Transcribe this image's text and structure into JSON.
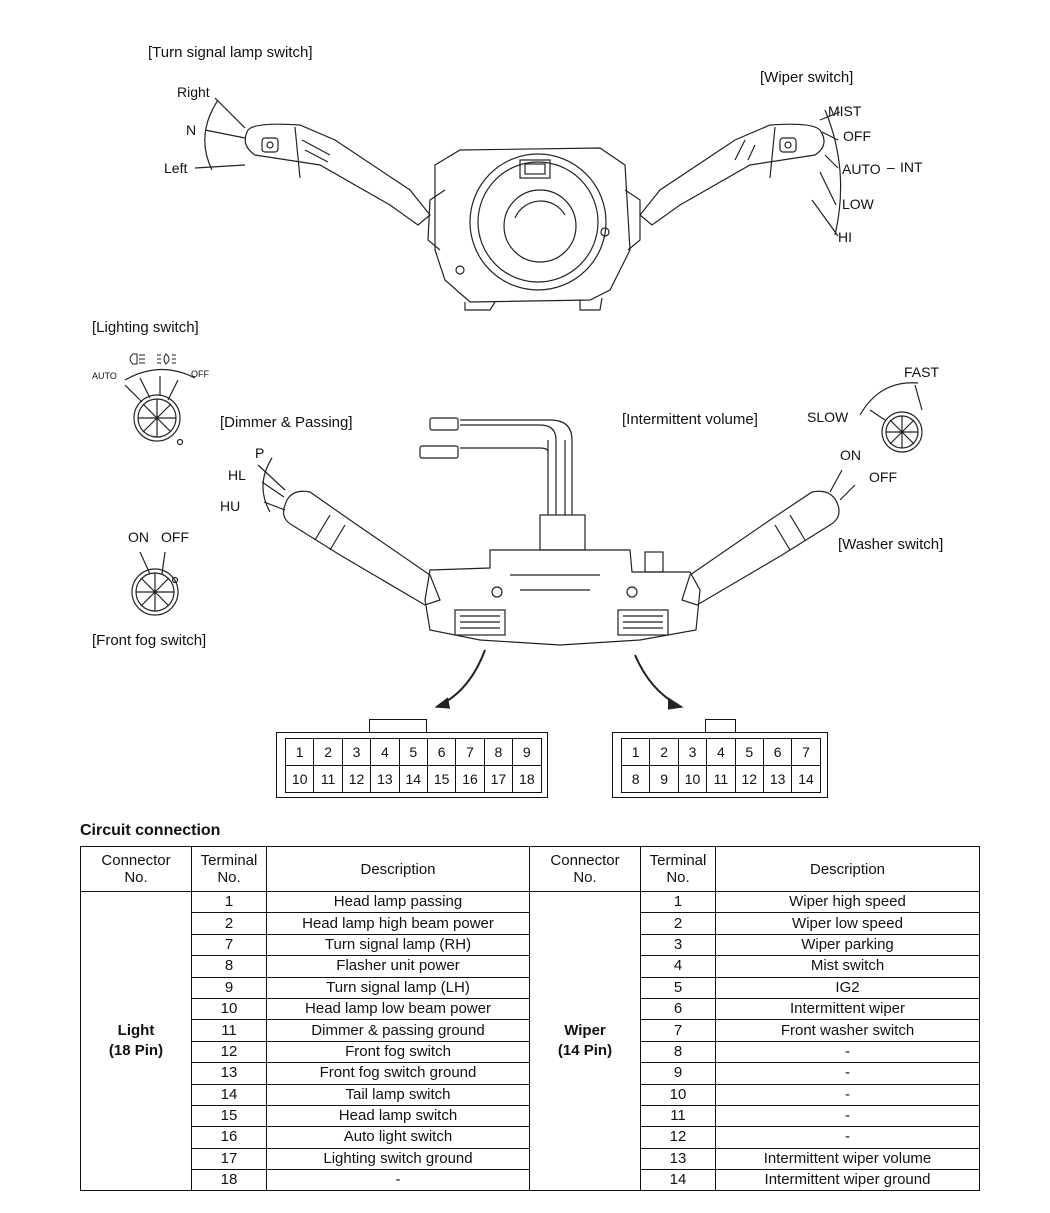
{
  "labels": {
    "turn_signal_switch": "[Turn signal lamp switch]",
    "right": "Right",
    "n": "N",
    "left": "Left",
    "wiper_switch": "[Wiper switch]",
    "mist": "MIST",
    "off": "OFF",
    "auto": "AUTO",
    "int": "INT",
    "low": "LOW",
    "hi": "HI",
    "lighting_switch": "[Lighting switch]",
    "lighting_auto": "AUTO",
    "lighting_off": "OFF",
    "dimmer_passing": "[Dimmer & Passing]",
    "p": "P",
    "hl": "HL",
    "hu": "HU",
    "intermittent_volume": "[Intermittent volume]",
    "fast": "FAST",
    "slow": "SLOW",
    "washer_on": "ON",
    "washer_off": "OFF",
    "washer_switch": "[Washer switch]",
    "fog_on": "ON",
    "fog_off": "OFF",
    "front_fog_switch": "[Front fog switch]"
  },
  "icons": {
    "headlamp": "headlamp-icon",
    "taillamp": "taillamp-icon"
  },
  "connectors": {
    "light": {
      "top_row": [
        "1",
        "2",
        "3",
        "4",
        "5",
        "6",
        "7",
        "8",
        "9"
      ],
      "bottom_row": [
        "10",
        "11",
        "12",
        "13",
        "14",
        "15",
        "16",
        "17",
        "18"
      ]
    },
    "wiper": {
      "top_row": [
        "1",
        "2",
        "3",
        "4",
        "5",
        "6",
        "7"
      ],
      "bottom_row": [
        "8",
        "9",
        "10",
        "11",
        "12",
        "13",
        "14"
      ]
    }
  },
  "circuit": {
    "title": "Circuit connection",
    "headers": {
      "connector_line1": "Connector",
      "connector_line2": "No.",
      "terminal_line1": "Terminal",
      "terminal_line2": "No.",
      "description": "Description"
    },
    "light_name": "Light",
    "light_pins": "(18 Pin)",
    "wiper_name": "Wiper",
    "wiper_pins": "(14 Pin)",
    "rows": [
      {
        "lt": "1",
        "ld": "Head lamp passing",
        "wt": "1",
        "wd": "Wiper high speed"
      },
      {
        "lt": "2",
        "ld": "Head lamp high beam power",
        "wt": "2",
        "wd": "Wiper low speed"
      },
      {
        "lt": "7",
        "ld": "Turn signal lamp (RH)",
        "wt": "3",
        "wd": "Wiper parking"
      },
      {
        "lt": "8",
        "ld": "Flasher unit power",
        "wt": "4",
        "wd": "Mist switch"
      },
      {
        "lt": "9",
        "ld": "Turn signal lamp (LH)",
        "wt": "5",
        "wd": "IG2"
      },
      {
        "lt": "10",
        "ld": "Head lamp low beam power",
        "wt": "6",
        "wd": "Intermittent wiper"
      },
      {
        "lt": "11",
        "ld": "Dimmer & passing ground",
        "wt": "7",
        "wd": "Front washer switch"
      },
      {
        "lt": "12",
        "ld": "Front fog switch",
        "wt": "8",
        "wd": "-"
      },
      {
        "lt": "13",
        "ld": "Front fog switch ground",
        "wt": "9",
        "wd": "-"
      },
      {
        "lt": "14",
        "ld": "Tail lamp switch",
        "wt": "10",
        "wd": "-"
      },
      {
        "lt": "15",
        "ld": "Head lamp switch",
        "wt": "11",
        "wd": "-"
      },
      {
        "lt": "16",
        "ld": "Auto light switch",
        "wt": "12",
        "wd": "-"
      },
      {
        "lt": "17",
        "ld": "Lighting switch ground",
        "wt": "13",
        "wd": "Intermittent wiper volume"
      },
      {
        "lt": "18",
        "ld": "-",
        "wt": "14",
        "wd": "Intermittent wiper ground"
      }
    ]
  }
}
